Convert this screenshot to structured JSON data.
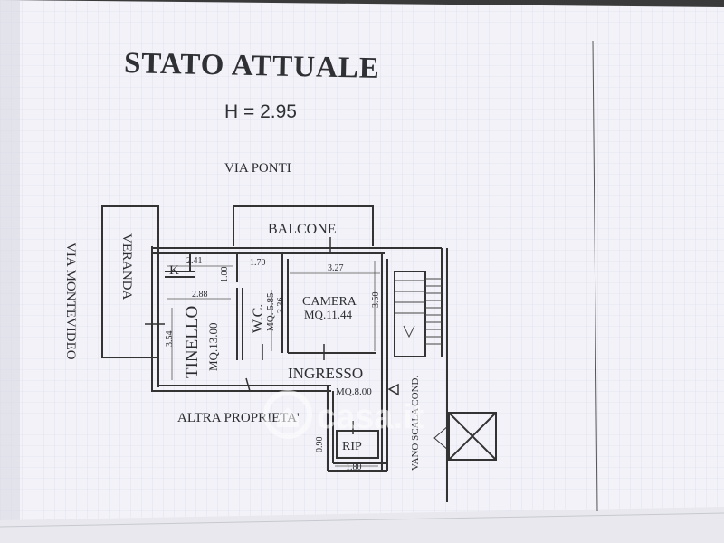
{
  "plan": {
    "title": "STATO ATTUALE",
    "height_label": "H = 2.95",
    "streets": {
      "top": "VIA PONTI",
      "left": "VIA MONTEVIDEO"
    },
    "rooms": {
      "veranda": "VERANDA",
      "balcone": "BALCONE",
      "kitchen": "K",
      "tinello": "TINELLO",
      "tinello_area": "MQ.13.00",
      "wc": "W.C.",
      "wc_area": "MQ. 5.85",
      "camera": "CAMERA",
      "camera_area": "MQ.11.44",
      "ingresso": "INGRESSO",
      "ingresso_area": "MQ.8.00",
      "rip": "RIP",
      "other_property": "ALTRA PROPRIETA'",
      "stairwell": "VANO SCALA COND."
    },
    "dimensions": {
      "k_width": "2.41",
      "wc_width": "1.70",
      "camera_width": "3.27",
      "wc_small": "1.00",
      "tinello_width": "2.88",
      "wc_depth": "3.36",
      "camera_depth": "3.50",
      "tinello_depth": "3.54",
      "rip_depth": "0.90",
      "rip_width": "1.80"
    }
  },
  "watermark": {
    "text": "casa.it"
  }
}
